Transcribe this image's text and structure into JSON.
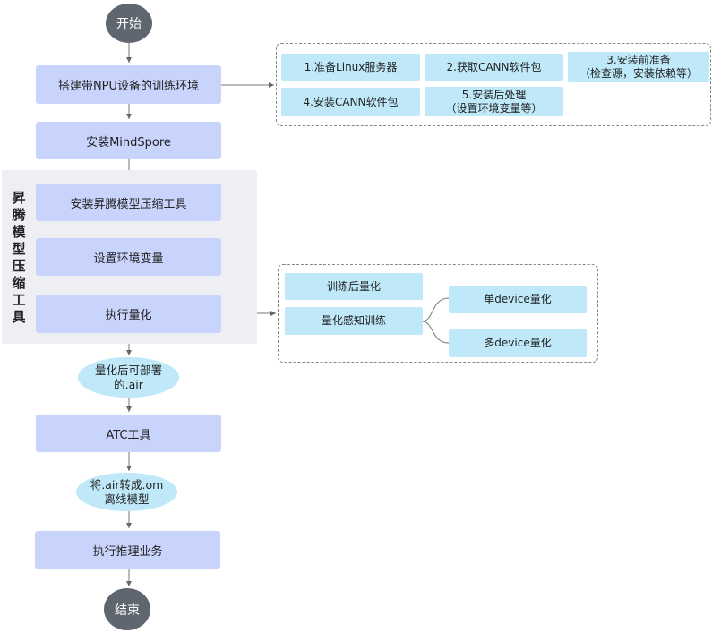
{
  "flow": {
    "start": "开始",
    "step1": "搭建带NPU设备的训练环境",
    "step2": "安装MindSpore",
    "group_label": [
      "昇",
      "腾",
      "模",
      "型",
      "压",
      "缩",
      "工",
      "具"
    ],
    "step3": "安装昇腾模型压缩工具",
    "step4": "设置环境变量",
    "step5": "执行量化",
    "out1": [
      "量化后可部署",
      "的.air"
    ],
    "step6": "ATC工具",
    "out2": [
      "将.air转成.om",
      "离线模型"
    ],
    "step7": "执行推理业务",
    "end": "结束"
  },
  "env_panel": {
    "items": [
      {
        "label": "1.准备Linux服务器"
      },
      {
        "label": "2.获取CANN软件包"
      },
      {
        "line1": "3.安装前准备",
        "line2": "（检查源，安装依赖等）"
      },
      {
        "label": "4.安装CANN软件包"
      },
      {
        "line1": "5.安装后处理",
        "line2": "（设置环境变量等）"
      }
    ]
  },
  "quant_panel": {
    "ptq": "训练后量化",
    "qat": "量化感知训练",
    "single": "单device量化",
    "multi": "多device量化"
  }
}
